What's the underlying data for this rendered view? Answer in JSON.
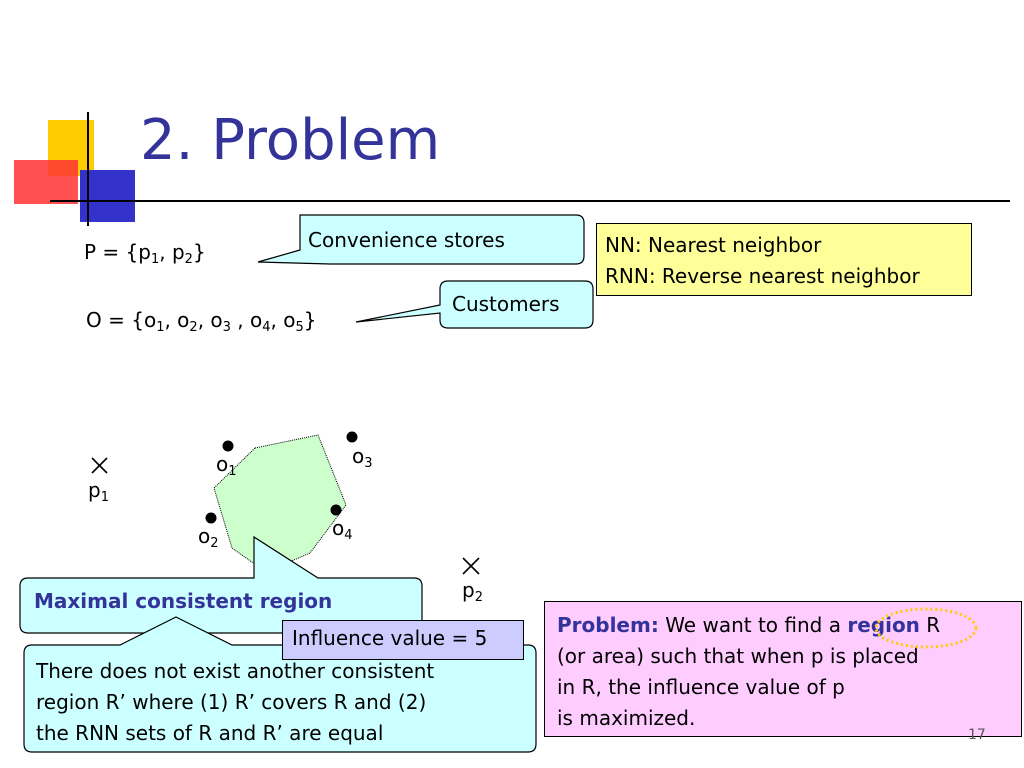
{
  "title": "2. Problem",
  "sets": {
    "p_prefix": "P = {p",
    "p_sub1": "1",
    "p_mid": ", p",
    "p_sub2": "2",
    "p_suffix": "}",
    "o_prefix": "O = {o",
    "o_sub1": "1",
    "o_sep1": ", o",
    "o_sub2": "2",
    "o_sep2": ", o",
    "o_sub3": "3",
    "o_sep3": " , o",
    "o_sub4": "4",
    "o_sep4": ", o",
    "o_sub5": "5",
    "o_suffix": "}"
  },
  "callouts": {
    "stores": "Convenience stores",
    "customers": "Customers"
  },
  "definitions": {
    "nn": "NN: Nearest neighbor",
    "rnn": "RNN: Reverse nearest neighbor"
  },
  "diagram": {
    "p1": "p",
    "p1_sub": "1",
    "p2": "p",
    "p2_sub": "2",
    "o1": "o",
    "o1_sub": "1",
    "o2": "o",
    "o2_sub": "2",
    "o3": "o",
    "o3_sub": "3",
    "o4": "o",
    "o4_sub": "4"
  },
  "maximal_region_label": "Maximal consistent region",
  "influence_value": "Influence value = 5",
  "description": [
    "There does not exist another consistent",
    "region R’ where (1) R’ covers R and (2)",
    "the RNN sets of R and R’ are equal"
  ],
  "problem": {
    "label": "Problem:",
    "text_before": " We want to find a ",
    "highlight": "region",
    "text_after": " R",
    "lines": [
      "(or area) such that when p is placed",
      "in R, the influence value of p",
      "is maximized."
    ]
  },
  "page_number": "17",
  "colors": {
    "title": "#333399",
    "region_fill": "#ccffcc",
    "callout_fill": "#ccffff",
    "definitions_fill": "#ffff99",
    "influence_fill": "#ccccff",
    "problem_fill": "#ffccff",
    "highlight_ring": "#ffcc00"
  }
}
